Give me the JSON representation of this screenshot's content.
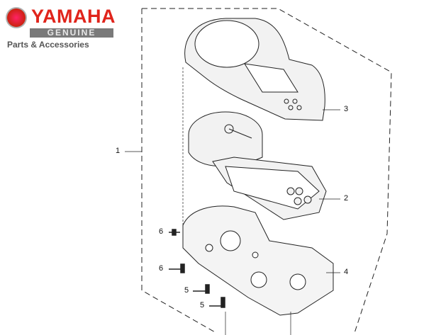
{
  "logo": {
    "brand": "YAMAHA",
    "tagline": "GENUINE",
    "subtitle": "Parts & Accessories"
  },
  "callouts": [
    {
      "id": "1",
      "label": "1"
    },
    {
      "id": "2",
      "label": "2"
    },
    {
      "id": "3",
      "label": "3"
    },
    {
      "id": "4",
      "label": "4"
    },
    {
      "id": "5a",
      "label": "5"
    },
    {
      "id": "5b",
      "label": "5"
    },
    {
      "id": "6a",
      "label": "6"
    },
    {
      "id": "6b",
      "label": "6"
    }
  ]
}
